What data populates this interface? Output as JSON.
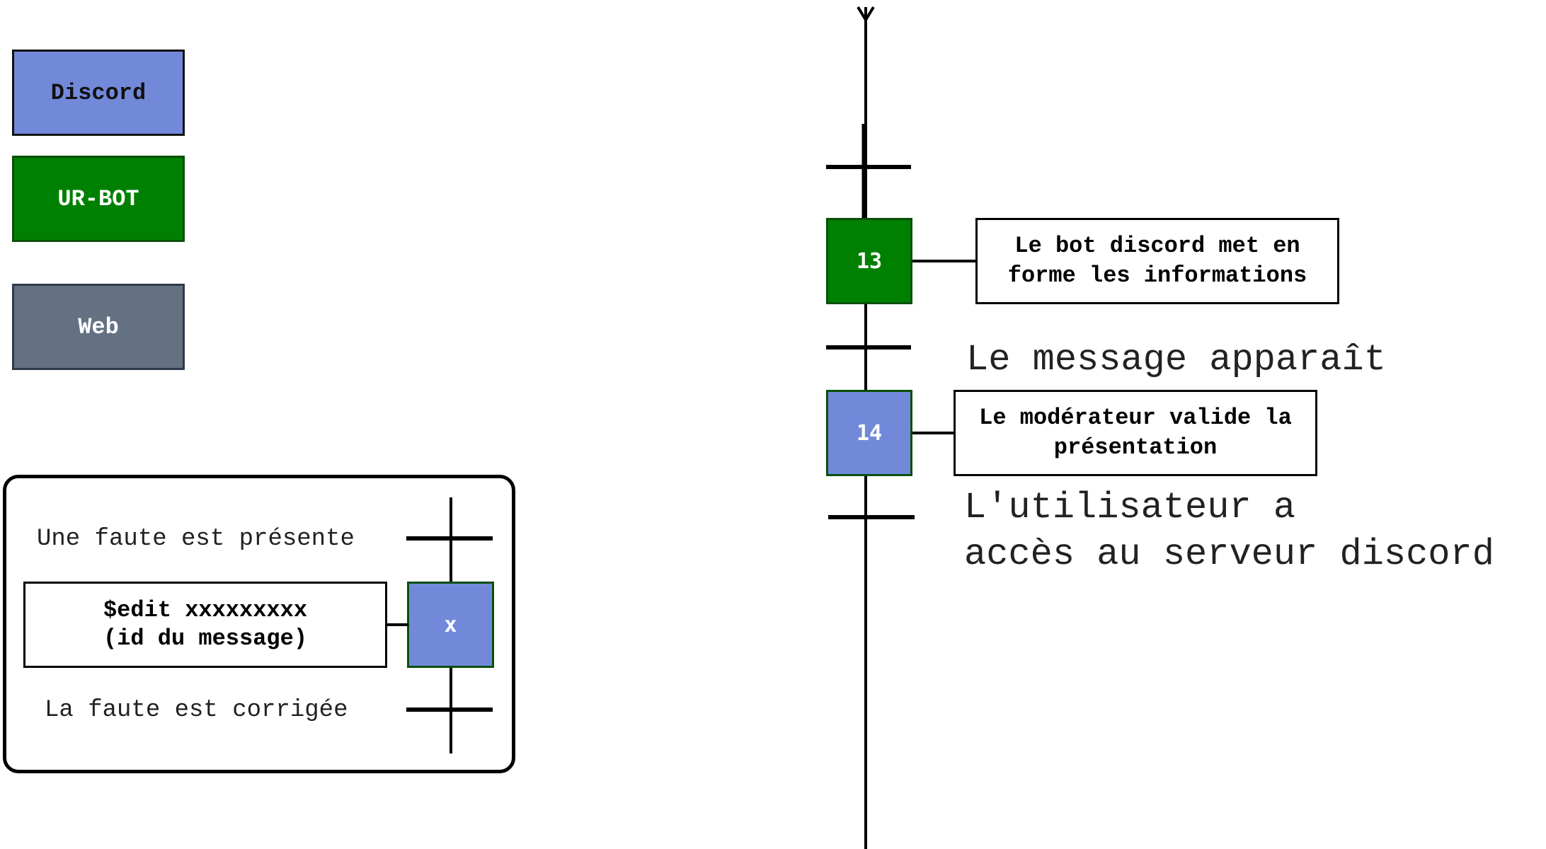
{
  "legend": {
    "discord": {
      "label": "Discord",
      "color": "#7289da"
    },
    "urbot": {
      "label": "UR-BOT",
      "color": "#008000"
    },
    "web": {
      "label": "Web",
      "color": "#647182"
    }
  },
  "grafcet": {
    "step_13": {
      "number": "13",
      "category": "UR-BOT"
    },
    "action_13": {
      "line1": "Le bot discord met en",
      "line2": "forme les informations"
    },
    "transition_13_14": {
      "label": "Le message apparaît"
    },
    "step_14": {
      "number": "14",
      "category": "Discord"
    },
    "action_14": {
      "line1": "Le modérateur valide la",
      "line2": "présentation"
    },
    "transition_14_out": {
      "line1": "L'utilisateur a",
      "line2": "accès au serveur discord"
    }
  },
  "inset": {
    "transition_top": {
      "label": "Une faute est présente"
    },
    "step_x": {
      "number": "x",
      "category": "Discord"
    },
    "action_x": {
      "line1": "$edit xxxxxxxxx",
      "line2": "(id du message)"
    },
    "transition_bottom": {
      "label": "La faute est corrigée"
    }
  }
}
